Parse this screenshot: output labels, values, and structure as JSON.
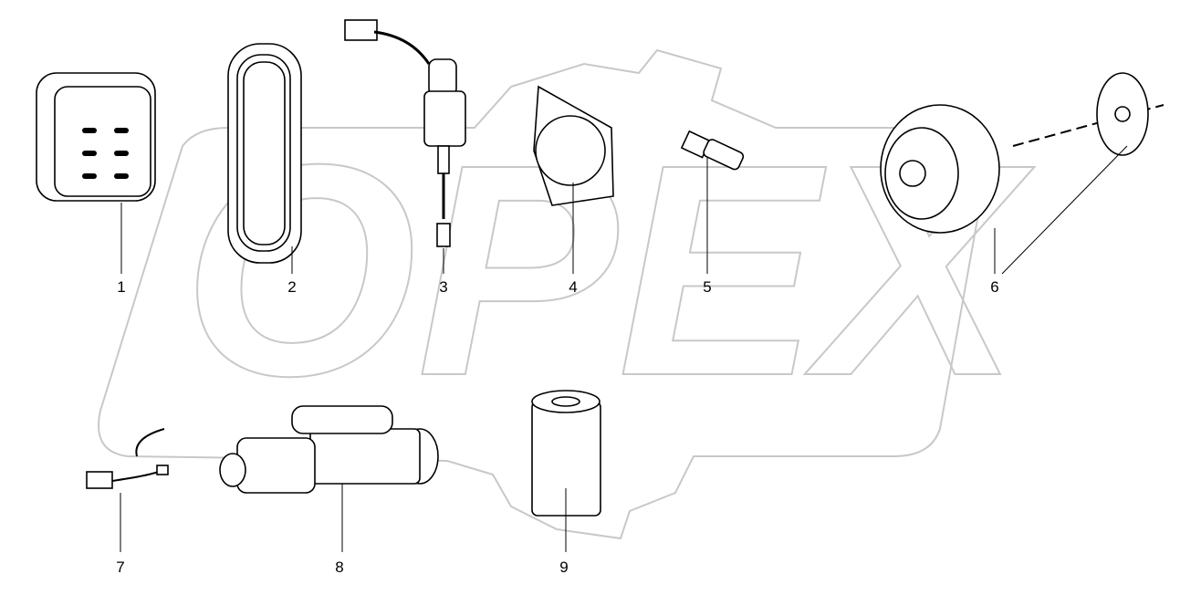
{
  "watermark": {
    "text": "OPEX",
    "color": "#c8c8c8"
  },
  "parts": [
    {
      "number": "1",
      "name": "connector-housing"
    },
    {
      "number": "2",
      "name": "v-belt"
    },
    {
      "number": "3",
      "name": "sender-with-wire"
    },
    {
      "number": "4",
      "name": "gasket"
    },
    {
      "number": "5",
      "name": "sensor"
    },
    {
      "number": "6",
      "name": "alternator-with-fan"
    },
    {
      "number": "7",
      "name": "wire-harness"
    },
    {
      "number": "8",
      "name": "starter-motor"
    },
    {
      "number": "9",
      "name": "filter"
    }
  ]
}
